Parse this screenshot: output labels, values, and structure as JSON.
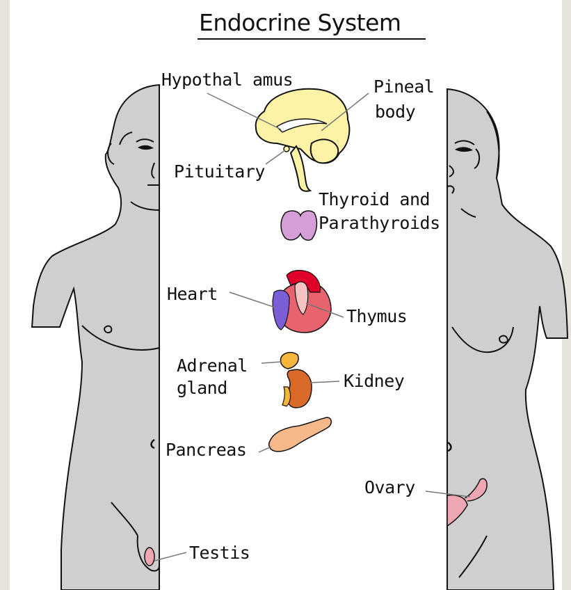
{
  "title": "Endocrine System",
  "labels": {
    "hypothalamus": "Hypothal amus",
    "pineal_1": "Pineal",
    "pineal_2": "body",
    "pituitary": "Pituitary",
    "thyroid_1": "Thyroid and",
    "thyroid_2": "Parathyroids",
    "heart": "Heart",
    "thymus": "Thymus",
    "adrenal_1": "Adrenal",
    "adrenal_2": "gland",
    "kidney": "Kidney",
    "pancreas": "Pancreas",
    "ovary": "Ovary",
    "testis": "Testis"
  },
  "colors": {
    "body_fill": "#cfcfcf",
    "outline": "#111111",
    "brain": "#fdf3a6",
    "thyroid": "#d69ed6",
    "heart": "#e7636e",
    "thymus": "#f6c3c3",
    "heart_vessel_blue": "#7a5fd6",
    "heart_vessel_red": "#e0002a",
    "adrenal": "#f6b63c",
    "kidney": "#d96a2a",
    "pancreas": "#f7b98a",
    "ovary": "#f0a7b4",
    "texture": "#e6e2dc"
  }
}
